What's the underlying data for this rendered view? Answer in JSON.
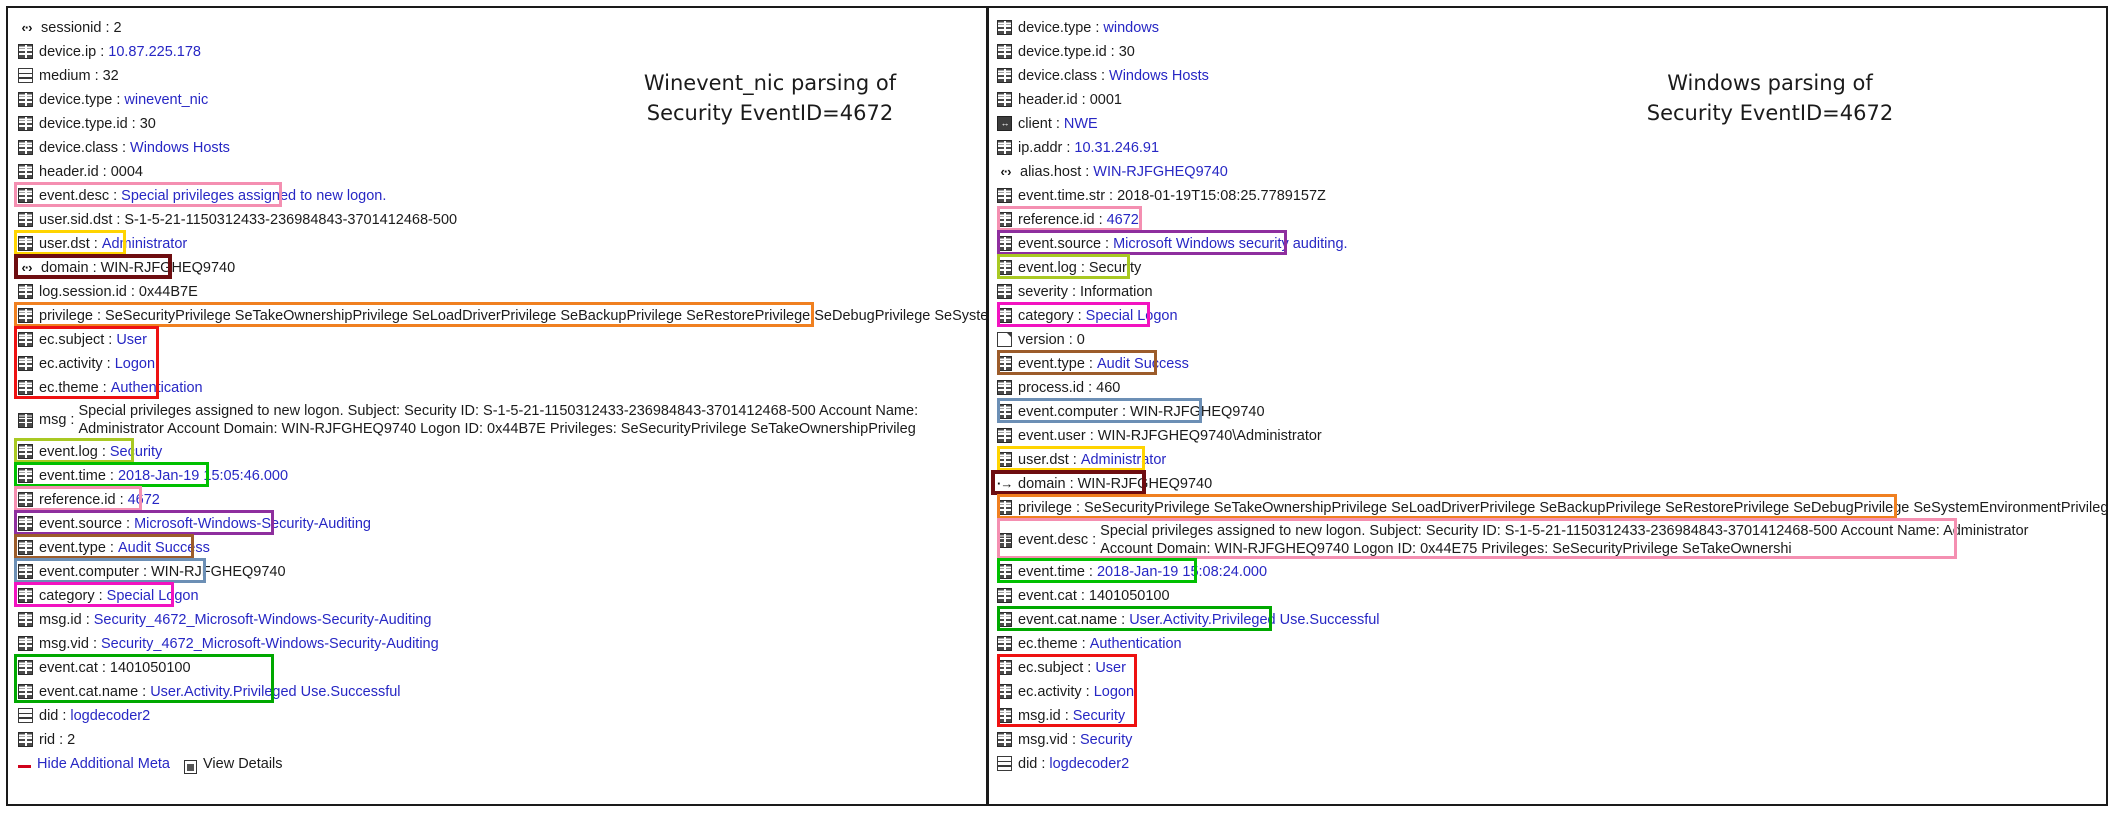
{
  "captions": {
    "left": "Winevent_nic parsing of\nSecurity EventID=4672",
    "right": "Windows parsing of\nSecurity EventID=4672"
  },
  "colors": {
    "pink": "#f48fb1",
    "yellow": "#ffd400",
    "darkred": "#6e0d10",
    "orange": "#f08020",
    "red": "#ee1111",
    "yellowgreen": "#a9c923",
    "green": "#00c000",
    "purple": "#8e2f9e",
    "brown": "#9c5c2a",
    "steelblue": "#6c8fb5",
    "magenta": "#f213c0",
    "greenbold": "#00a800",
    "value_blue": "#2727c4",
    "text_black": "#1b1b1b"
  },
  "left_panel": {
    "sep": ":",
    "fields": [
      {
        "icon": "code-icon",
        "key": "sessionid",
        "value": "2",
        "blue": false
      },
      {
        "icon": "grid-icon",
        "key": "device.ip",
        "value": "10.87.225.178",
        "blue": true
      },
      {
        "icon": "db-icon",
        "key": "medium",
        "value": "32",
        "blue": false
      },
      {
        "icon": "grid-icon",
        "key": "device.type",
        "value": "winevent_nic",
        "blue": true
      },
      {
        "icon": "grid-icon",
        "key": "device.type.id",
        "value": "30",
        "blue": false
      },
      {
        "icon": "grid-icon",
        "key": "device.class",
        "value": "Windows Hosts",
        "blue": true
      },
      {
        "icon": "grid-icon",
        "key": "header.id",
        "value": "0004",
        "blue": false
      },
      {
        "icon": "grid-icon",
        "key": "event.desc",
        "value": "Special privileges assigned to new logon.",
        "blue": true
      },
      {
        "icon": "grid-icon",
        "key": "user.sid.dst",
        "value": "S-1-5-21-1150312433-236984843-3701412468-500",
        "blue": false
      },
      {
        "icon": "grid-icon",
        "key": "user.dst",
        "value": "Administrator",
        "blue": true
      },
      {
        "icon": "code-icon",
        "key": "domain",
        "value": "WIN-RJFGHEQ9740",
        "blue": false
      },
      {
        "icon": "grid-icon",
        "key": "log.session.id",
        "value": "0x44B7E",
        "blue": false
      },
      {
        "icon": "grid-icon",
        "key": "privilege",
        "value": "SeSecurityPrivilege SeTakeOwnershipPrivilege SeLoadDriverPrivilege SeBackupPrivilege SeRestorePrivilege SeDebugPrivilege SeSystemEnvironmentPrivilege SeImpersonatePrivilege",
        "blue": false
      },
      {
        "icon": "grid-icon",
        "key": "ec.subject",
        "value": "User",
        "blue": true
      },
      {
        "icon": "grid-icon",
        "key": "ec.activity",
        "value": "Logon",
        "blue": true
      },
      {
        "icon": "grid-icon",
        "key": "ec.theme",
        "value": "Authentication",
        "blue": true
      }
    ],
    "msg_field": {
      "icon": "grid-icon",
      "key": "msg",
      "value": "Special privileges assigned to new logon. Subject: Security ID: S-1-5-21-1150312433-236984843-3701412468-500 Account Name: Administrator Account Domain: WIN-RJFGHEQ9740 Logon ID: 0x44B7E Privileges: SeSecurityPrivilege SeTakeOwnershipPrivileg"
    },
    "fields2": [
      {
        "icon": "grid-icon",
        "key": "event.log",
        "value": "Security",
        "blue": true
      },
      {
        "icon": "grid-icon",
        "key": "event.time",
        "value": "2018-Jan-19 15:05:46.000",
        "blue": true
      },
      {
        "icon": "grid-icon",
        "key": "reference.id",
        "value": "4672",
        "blue": true
      },
      {
        "icon": "grid-icon",
        "key": "event.source",
        "value": "Microsoft-Windows-Security-Auditing",
        "blue": true
      },
      {
        "icon": "grid-icon",
        "key": "event.type",
        "value": "Audit Success",
        "blue": true
      },
      {
        "icon": "grid-icon",
        "key": "event.computer",
        "value": "WIN-RJFGHEQ9740",
        "blue": false
      },
      {
        "icon": "grid-icon",
        "key": "category",
        "value": "Special Logon",
        "blue": true
      },
      {
        "icon": "grid-icon",
        "key": "msg.id",
        "value": "Security_4672_Microsoft-Windows-Security-Auditing",
        "blue": true
      },
      {
        "icon": "grid-icon",
        "key": "msg.vid",
        "value": "Security_4672_Microsoft-Windows-Security-Auditing",
        "blue": true
      },
      {
        "icon": "grid-icon",
        "key": "event.cat",
        "value": "1401050100",
        "blue": false
      },
      {
        "icon": "grid-icon",
        "key": "event.cat.name",
        "value": "User.Activity.Privileged Use.Successful",
        "blue": true
      },
      {
        "icon": "db-icon",
        "key": "did",
        "value": "logdecoder2",
        "blue": true
      },
      {
        "icon": "grid-icon",
        "key": "rid",
        "value": "2",
        "blue": false
      }
    ],
    "footer": {
      "hide_label": "Hide Additional Meta",
      "details_label": "View Details"
    }
  },
  "right_panel": {
    "sep": ":",
    "fields": [
      {
        "icon": "grid-icon",
        "key": "device.type",
        "value": "windows",
        "blue": true
      },
      {
        "icon": "grid-icon",
        "key": "device.type.id",
        "value": "30",
        "blue": false
      },
      {
        "icon": "grid-icon",
        "key": "device.class",
        "value": "Windows Hosts",
        "blue": true
      },
      {
        "icon": "grid-icon",
        "key": "header.id",
        "value": "0001",
        "blue": false
      },
      {
        "icon": "client-icon",
        "key": "client",
        "value": "NWE",
        "blue": true
      },
      {
        "icon": "grid-icon",
        "key": "ip.addr",
        "value": "10.31.246.91",
        "blue": true
      },
      {
        "icon": "code-icon",
        "key": "alias.host",
        "value": "WIN-RJFGHEQ9740",
        "blue": true
      },
      {
        "icon": "grid-icon",
        "key": "event.time.str",
        "value": "2018-01-19T15:08:25.7789157Z",
        "blue": false
      },
      {
        "icon": "grid-icon",
        "key": "reference.id",
        "value": "4672",
        "blue": true
      },
      {
        "icon": "grid-icon",
        "key": "event.source",
        "value": "Microsoft Windows security auditing.",
        "blue": true
      },
      {
        "icon": "grid-icon",
        "key": "event.log",
        "value": "Security",
        "blue": false
      },
      {
        "icon": "grid-icon",
        "key": "severity",
        "value": "Information",
        "blue": false
      },
      {
        "icon": "grid-icon",
        "key": "category",
        "value": "Special Logon",
        "blue": true
      },
      {
        "icon": "doc-icon",
        "key": "version",
        "value": "0",
        "blue": false
      },
      {
        "icon": "grid-icon",
        "key": "event.type",
        "value": "Audit Success",
        "blue": true
      },
      {
        "icon": "grid-icon",
        "key": "process.id",
        "value": "460",
        "blue": false
      },
      {
        "icon": "grid-icon",
        "key": "event.computer",
        "value": "WIN-RJFGHEQ9740",
        "blue": false
      },
      {
        "icon": "grid-icon",
        "key": "event.user",
        "value": "WIN-RJFGHEQ9740\\Administrator",
        "blue": false
      },
      {
        "icon": "grid-icon",
        "key": "user.dst",
        "value": "Administrator",
        "blue": true
      },
      {
        "icon": "arrow-icon",
        "key": "domain",
        "value": "WIN-RJFGHEQ9740",
        "blue": false
      },
      {
        "icon": "grid-icon",
        "key": "privilege",
        "value": "SeSecurityPrivilege SeTakeOwnershipPrivilege SeLoadDriverPrivilege SeBackupPrivilege SeRestorePrivilege SeDebugPrivilege SeSystemEnvironmentPrivilege SeImpersonatePrivilege",
        "blue": false
      }
    ],
    "desc_field": {
      "icon": "grid-icon",
      "key": "event.desc",
      "value": "Special privileges assigned to new logon. Subject: Security ID: S-1-5-21-1150312433-236984843-3701412468-500 Account Name: Administrator Account Domain: WIN-RJFGHEQ9740 Logon ID: 0x44E75 Privileges: SeSecurityPrivilege SeTakeOwnershi"
    },
    "fields2": [
      {
        "icon": "grid-icon",
        "key": "event.time",
        "value": "2018-Jan-19 15:08:24.000",
        "blue": true
      },
      {
        "icon": "grid-icon",
        "key": "event.cat",
        "value": "1401050100",
        "blue": false
      },
      {
        "icon": "grid-icon",
        "key": "event.cat.name",
        "value": "User.Activity.Privileged Use.Successful",
        "blue": true
      },
      {
        "icon": "grid-icon",
        "key": "ec.theme",
        "value": "Authentication",
        "blue": true
      },
      {
        "icon": "grid-icon",
        "key": "ec.subject",
        "value": "User",
        "blue": true
      },
      {
        "icon": "grid-icon",
        "key": "ec.activity",
        "value": "Logon",
        "blue": true
      },
      {
        "icon": "grid-icon",
        "key": "msg.id",
        "value": "Security",
        "blue": true
      },
      {
        "icon": "grid-icon",
        "key": "msg.vid",
        "value": "Security",
        "blue": true
      },
      {
        "icon": "db-icon",
        "key": "did",
        "value": "logdecoder2",
        "blue": true
      }
    ]
  }
}
